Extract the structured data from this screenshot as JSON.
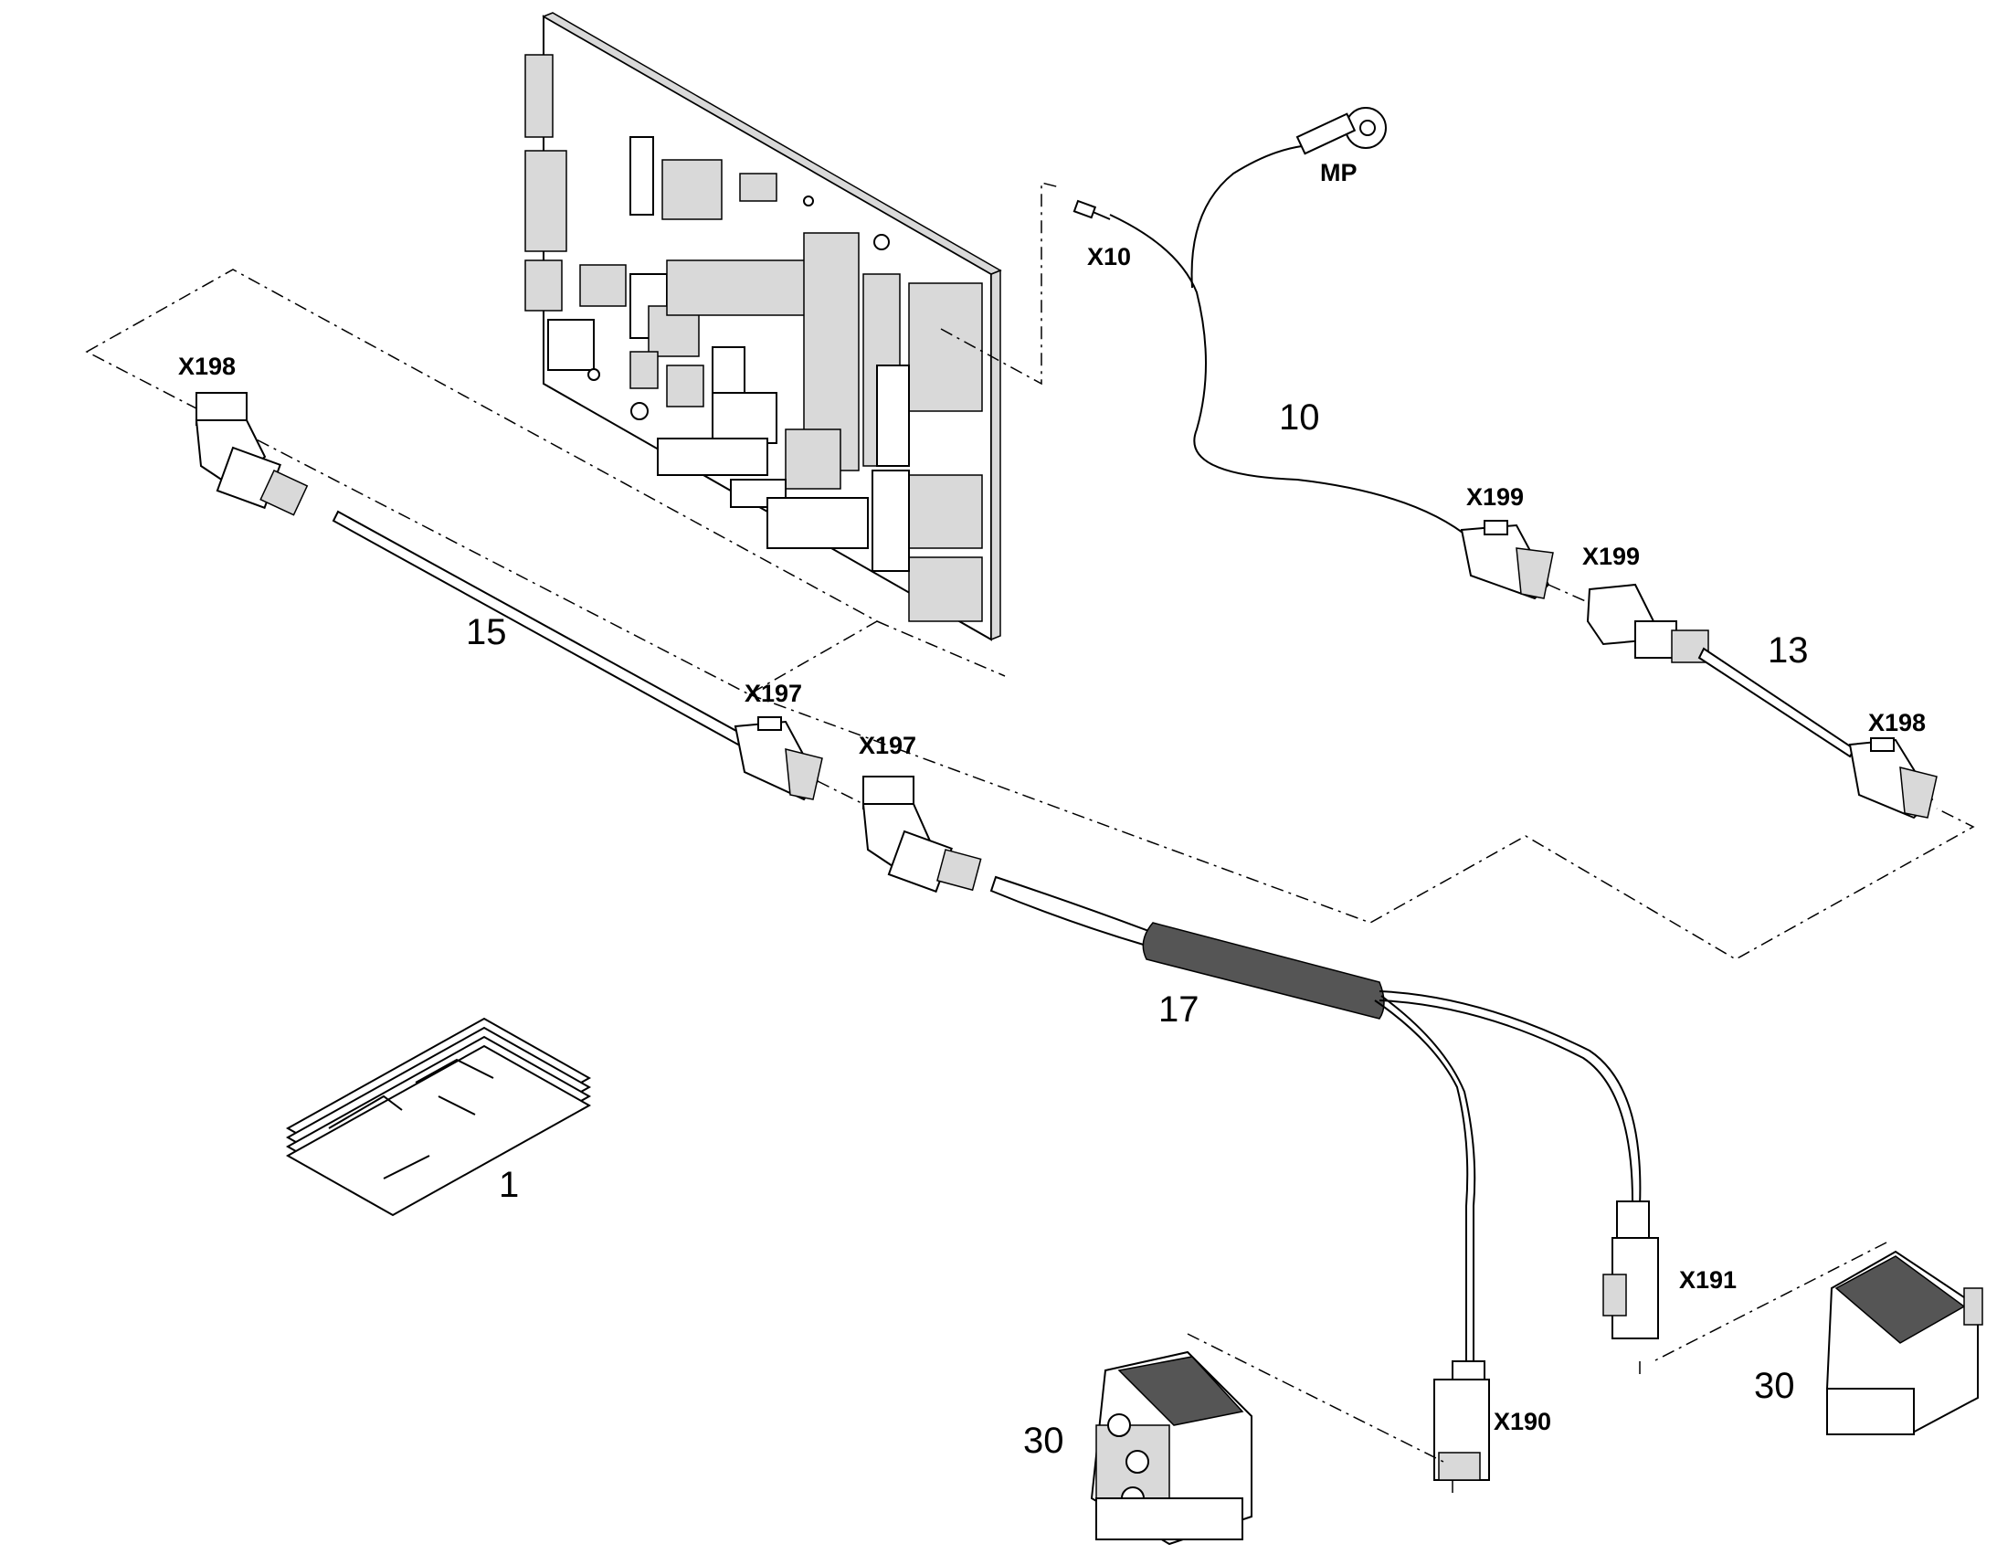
{
  "connector_labels": {
    "x198_left": "X198",
    "x198_right": "X198",
    "x199_top": "X199",
    "x199_right": "X199",
    "x197_left": "X197",
    "x197_right": "X197",
    "x10": "X10",
    "mp": "MP",
    "x191": "X191",
    "x190": "X190"
  },
  "item_numbers": {
    "item_10": "10",
    "item_13": "13",
    "item_15": "15",
    "item_17": "17",
    "item_1": "1",
    "item_30_left": "30",
    "item_30_right": "30"
  }
}
